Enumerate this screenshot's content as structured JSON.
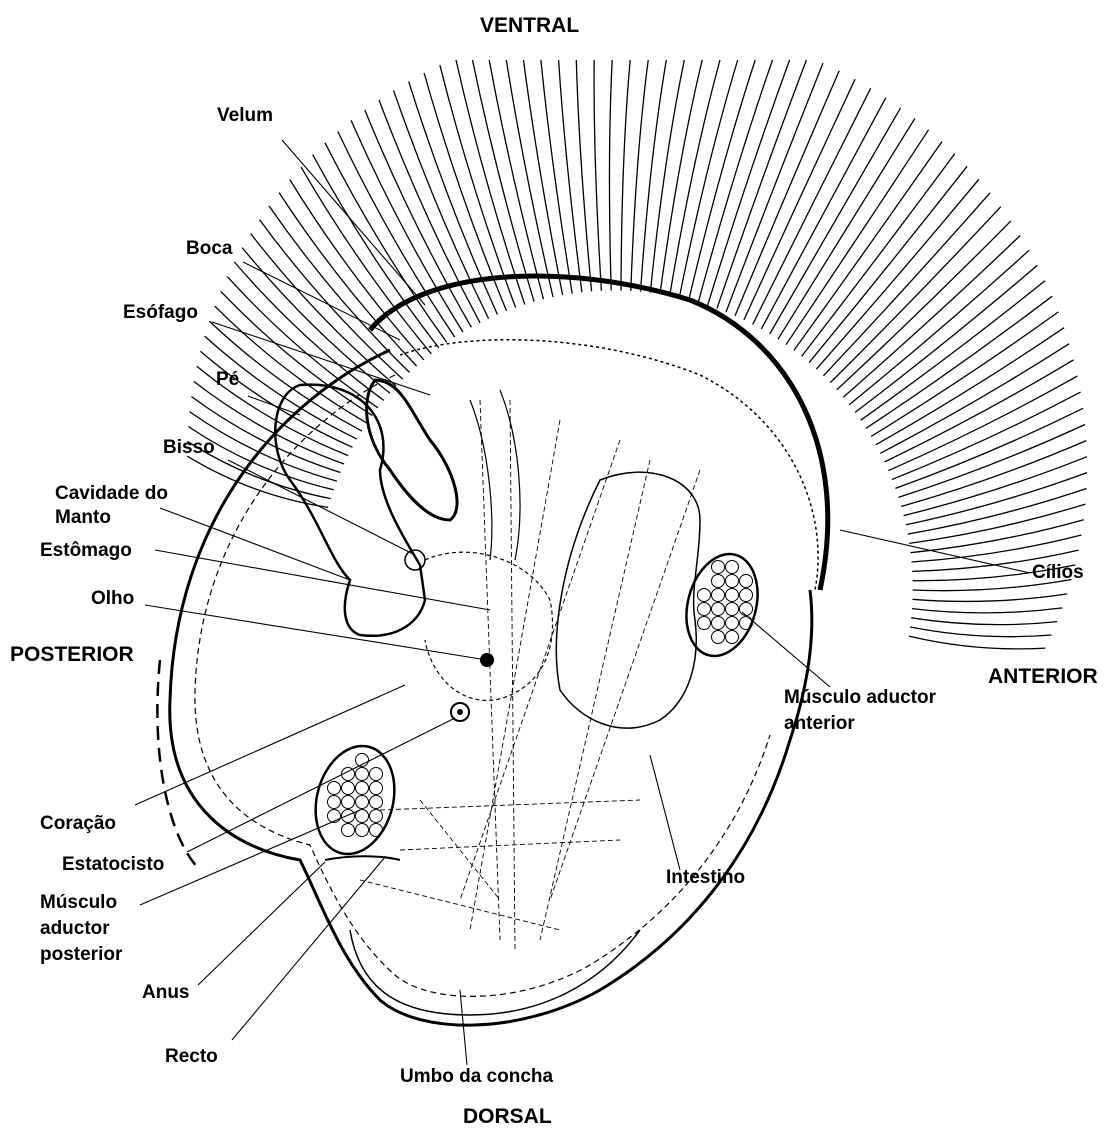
{
  "orientation": {
    "ventral": "VENTRAL",
    "dorsal": "DORSAL",
    "posterior": "POSTERIOR",
    "anterior": "ANTERIOR"
  },
  "labels": {
    "velum": "Velum",
    "boca": "Boca",
    "esofago": "Esófago",
    "pe": "Pé",
    "bisso": "Bisso",
    "cavidade_line1": "Cavidade do",
    "cavidade_line2": "Manto",
    "estomago": "Estômago",
    "olho": "Olho",
    "coracao": "Coração",
    "estatocisto": "Estatocisto",
    "musculo_posterior_line1": "Músculo",
    "musculo_posterior_line2": "aductor",
    "musculo_posterior_line3": "posterior",
    "anus": "Anus",
    "recto": "Recto",
    "umbo": "Umbo da concha",
    "intestino": "Intestino",
    "musculo_anterior_line1": "Músculo aductor",
    "musculo_anterior_line2": "anterior",
    "cilios": "Cílios"
  },
  "colors": {
    "ink": "#000000",
    "background": "#ffffff"
  }
}
